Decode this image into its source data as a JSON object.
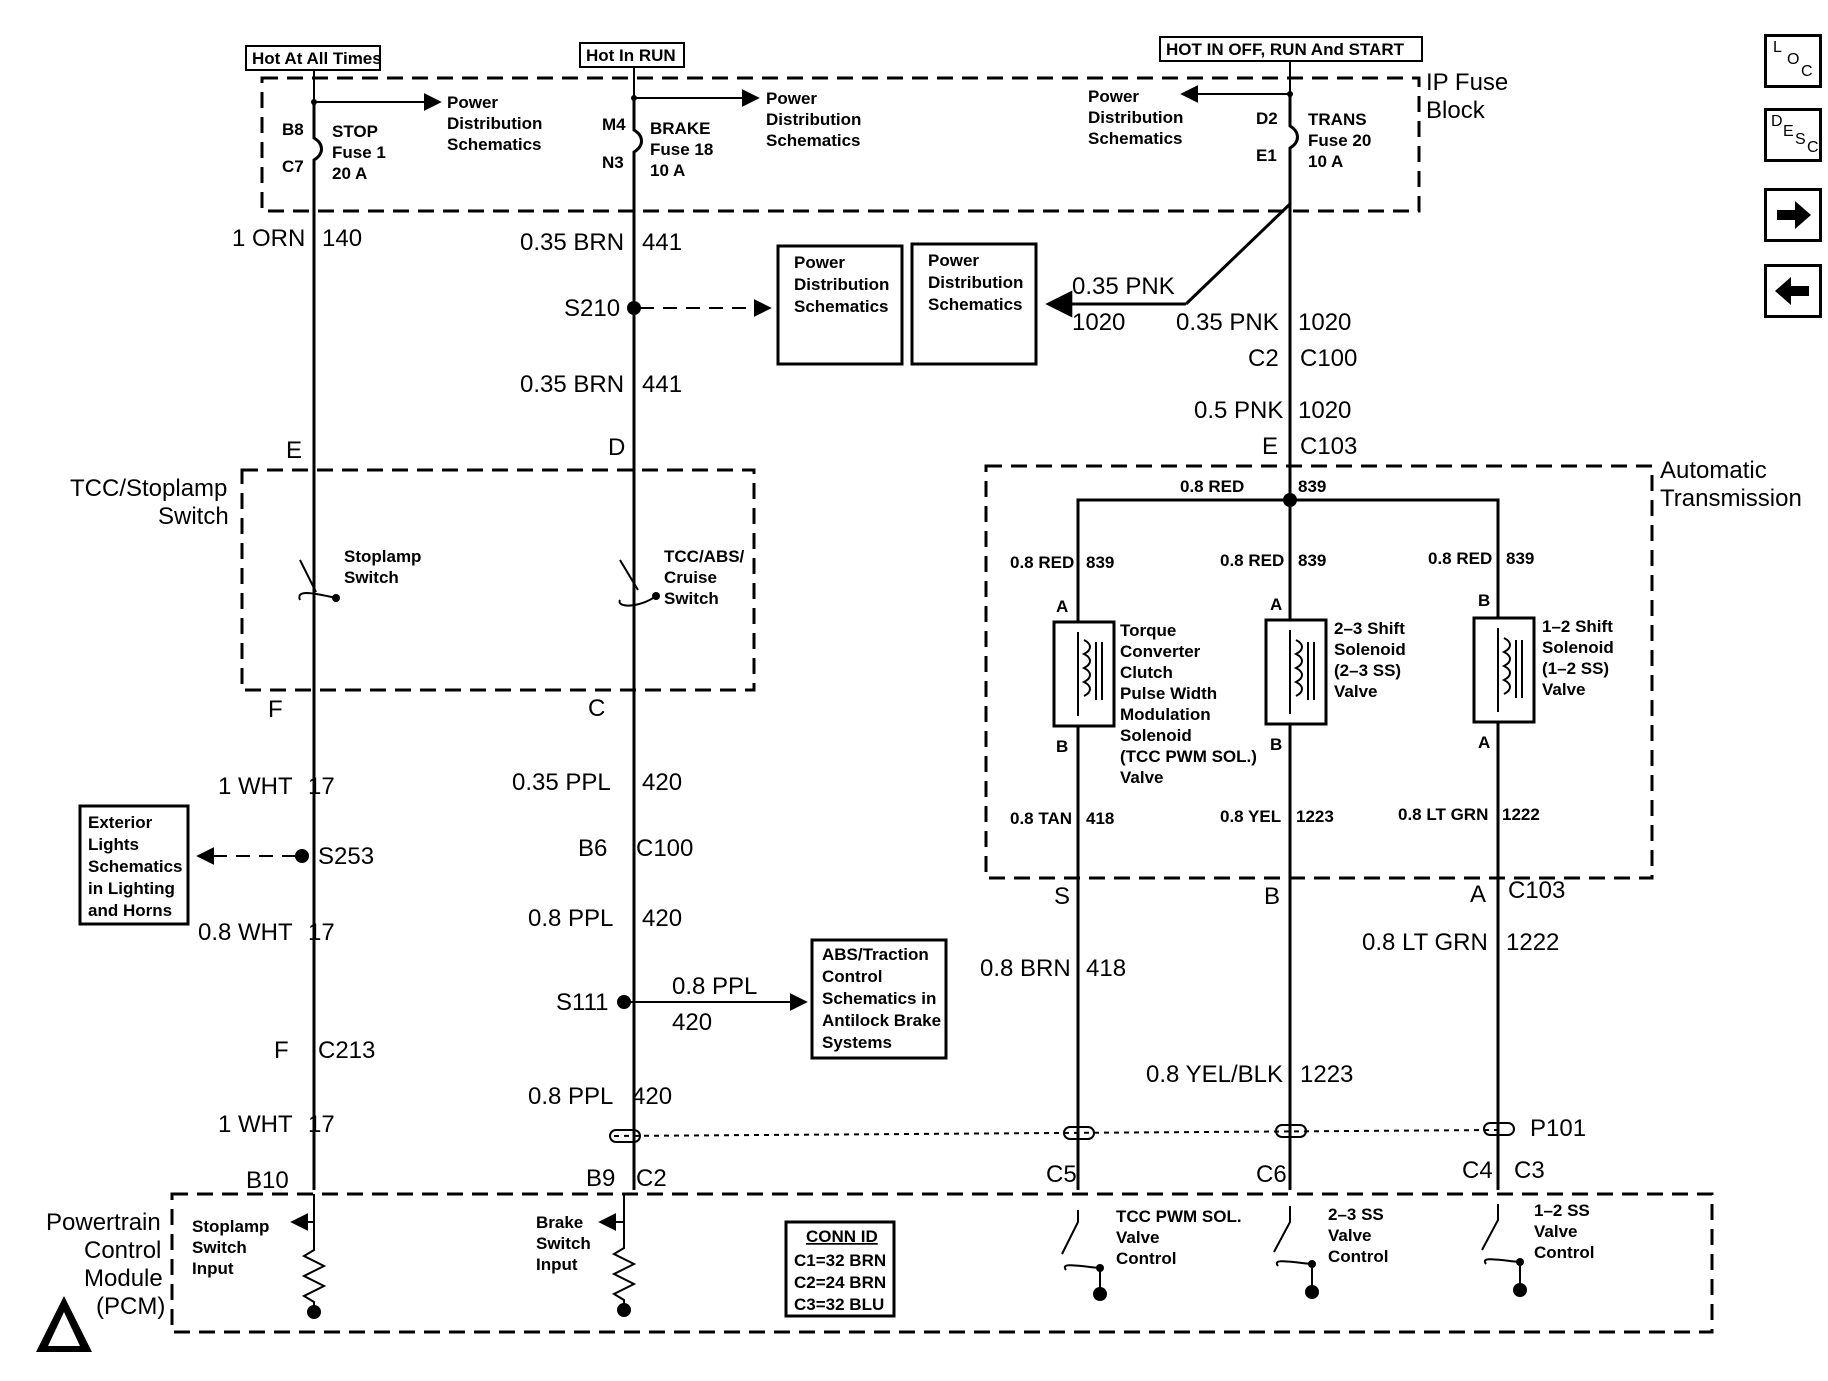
{
  "fuse_block": {
    "label": "IP Fuse Block",
    "feeds": [
      {
        "title": "Hot At All Times",
        "pin_in": "B8",
        "pin_out": "C7",
        "name": "STOP",
        "fuse": "Fuse 1",
        "rating": "20 A",
        "ref": "Power Distribution Schematics"
      },
      {
        "title": "Hot In RUN",
        "pin_in": "M4",
        "pin_out": "N3",
        "name": "BRAKE",
        "fuse": "Fuse 18",
        "rating": "10 A",
        "ref": "Power Distribution Schematics"
      },
      {
        "title": "HOT IN OFF, RUN And START",
        "pin_in": "D2",
        "pin_out": "E1",
        "name": "TRANS",
        "fuse": "Fuse 20",
        "rating": "10 A",
        "ref": "Power Distribution Schematics"
      }
    ]
  },
  "wires": {
    "w1": "1 ORN",
    "c1": "140",
    "w2": "0.35 BRN",
    "c2": "441",
    "w3": "0.35 BRN",
    "c3": "441",
    "w4": "0.35 PNK",
    "c4": "1020",
    "w5": "0.35 PNK",
    "c5": "1020",
    "w6": "0.5 PNK",
    "c6": "1020",
    "w7": "1 WHT",
    "c7": "17",
    "w8": "0.8 WHT",
    "c8": "17",
    "w9": "1 WHT",
    "c9": "17",
    "w10": "0.35 PPL",
    "c10": "420",
    "w11": "0.8 PPL",
    "c11": "420",
    "w12": "0.8 PPL",
    "c12": "420",
    "w13": "0.8 PPL",
    "c13": "420",
    "w14": "0.8 BRN",
    "c14": "418",
    "w15": "0.8 LT GRN",
    "c15": "1222",
    "w16": "0.8 YEL/BLK",
    "c16": "1223",
    "t1": "0.8 RED",
    "tc1": "839",
    "t2": "0.8 RED",
    "tc2": "839",
    "t3": "0.8 RED",
    "tc3": "839",
    "t4": "0.8 RED",
    "tc4": "839",
    "t5": "0.8 TAN",
    "tc5": "418",
    "t6": "0.8 YEL",
    "tc6": "1223",
    "t7": "0.8 LT GRN",
    "tc7": "1222"
  },
  "splices": {
    "s210": "S210",
    "s253": "S253",
    "s111": "S111",
    "p101": "P101"
  },
  "connectors": {
    "e": "E",
    "d": "D",
    "f": "F",
    "c": "C",
    "c2": "C2",
    "c100a": "C100",
    "e2": "E",
    "c103a": "C103",
    "b6": "B6",
    "c100b": "C100",
    "f2": "F",
    "c213": "C213",
    "b10": "B10",
    "b9": "B9",
    "c2b": "C2",
    "s": "S",
    "b": "B",
    "a": "A",
    "c103b": "C103",
    "c5": "C5",
    "c6": "C6",
    "c4": "C4",
    "c3": "C3",
    "pa1": "A",
    "pb1": "B",
    "pa2": "A",
    "pb2": "B",
    "pb3": "B",
    "pa3": "A"
  },
  "boxes": {
    "pds1": "Power Distribution Schematics",
    "pds2": "Power Distribution Schematics",
    "ext": "Exterior Lights Schematics in Lighting and Horns",
    "abs": "ABS/Traction Control Schematics in Antilock Brake Systems"
  },
  "switch_assy": {
    "label": "TCC/Stoplamp Switch",
    "sw1": "Stoplamp Switch",
    "sw2": "TCC/ABS/ Cruise Switch"
  },
  "trans": {
    "label": "Automatic Transmission",
    "sol1": "Torque Converter Clutch Pulse Width Modulation Solenoid (TCC PWM SOL.) Valve",
    "sol2": "2–3 Shift Solenoid (2–3 SS) Valve",
    "sol3": "1–2 Shift Solenoid (1–2 SS) Valve"
  },
  "pcm": {
    "label": "Powertrain Control Module (PCM)",
    "in1": "Stoplamp Switch Input",
    "in2": "Brake Switch Input",
    "out1": "TCC PWM SOL. Valve Control",
    "out2": "2–3 SS Valve Control",
    "out3": "1–2 SS Valve Control",
    "conn_title": "CONN ID",
    "conn": [
      "C1=32 BRN",
      "C2=24 BRN",
      "C3=32 BLU"
    ]
  },
  "nav": {
    "loc": "LOC",
    "desc": "DESC",
    "next_icon": "arrow-right-icon",
    "prev_icon": "arrow-left-icon"
  }
}
